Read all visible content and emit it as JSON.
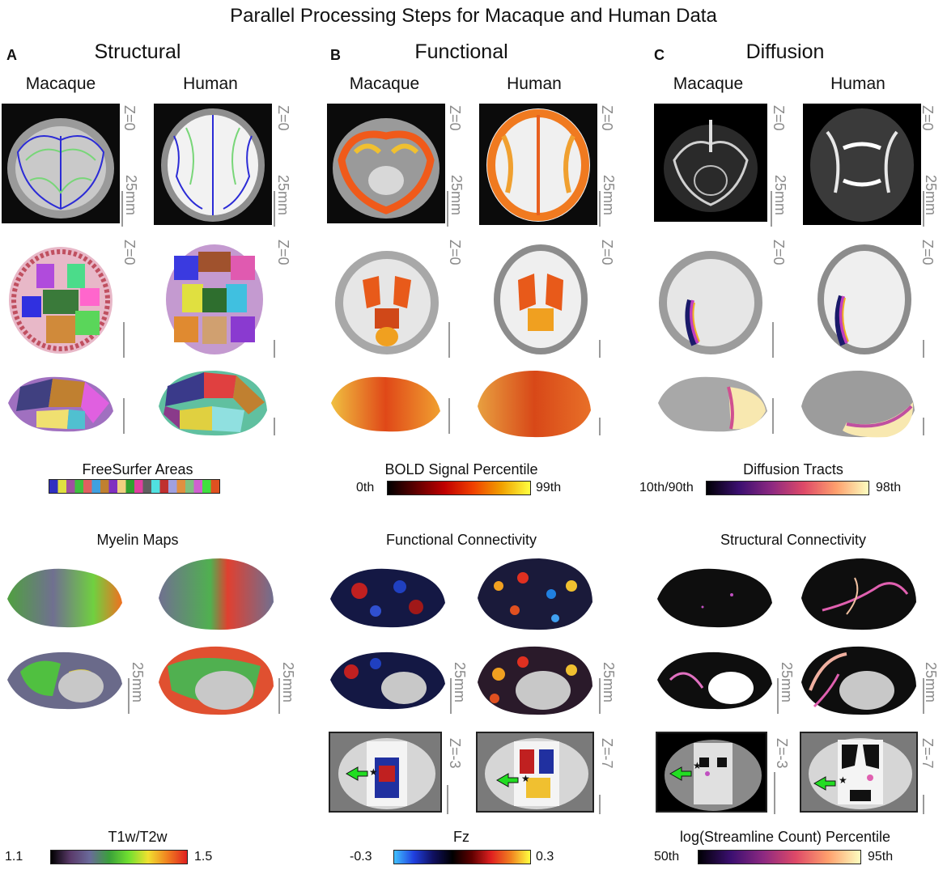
{
  "figure": {
    "title": "Parallel Processing Steps for Macaque and Human Data"
  },
  "panels": [
    {
      "letter": "A",
      "title": "Structural",
      "species": [
        "Macaque",
        "Human"
      ],
      "z_labels": [
        "Z=0",
        "Z=0",
        "Z=0",
        "Z=0"
      ],
      "scale_label": "25mm",
      "colorbar_title": "FreeSurfer Areas",
      "section2_title": "Myelin Maps",
      "section2_scale_label": "25mm",
      "colorbar2_title": "T1w/T2w",
      "colorbar2_min": "1.1",
      "colorbar2_max": "1.5"
    },
    {
      "letter": "B",
      "title": "Functional",
      "species": [
        "Macaque",
        "Human"
      ],
      "z_labels": [
        "Z=0",
        "Z=0",
        "Z=0",
        "Z=0"
      ],
      "scale_label": "25mm",
      "colorbar_title": "BOLD Signal Percentile",
      "colorbar_min": "0th",
      "colorbar_max": "99th",
      "section2_title": "Functional Connectivity",
      "section2_scale_label": "25mm",
      "slice_labels": [
        "Z=-3",
        "Z=-7"
      ],
      "colorbar2_title": "Fz",
      "colorbar2_min": "-0.3",
      "colorbar2_max": "0.3"
    },
    {
      "letter": "C",
      "title": "Diffusion",
      "species": [
        "Macaque",
        "Human"
      ],
      "z_labels": [
        "Z=0",
        "Z=0",
        "Z=0",
        "Z=0"
      ],
      "scale_label": "25mm",
      "colorbar_title": "Diffusion Tracts",
      "colorbar_min": "10th/90th",
      "colorbar_max": "98th",
      "section2_title": "Structural Connectivity",
      "section2_scale_label": "25mm",
      "slice_labels": [
        "Z=-3",
        "Z=-7"
      ],
      "colorbar2_title": "log(Streamline Count) Percentile",
      "colorbar2_min": "50th",
      "colorbar2_max": "95th"
    }
  ],
  "colors": {
    "scale_gray": "#9a9a9a",
    "arrow_green": "#22dd22"
  }
}
